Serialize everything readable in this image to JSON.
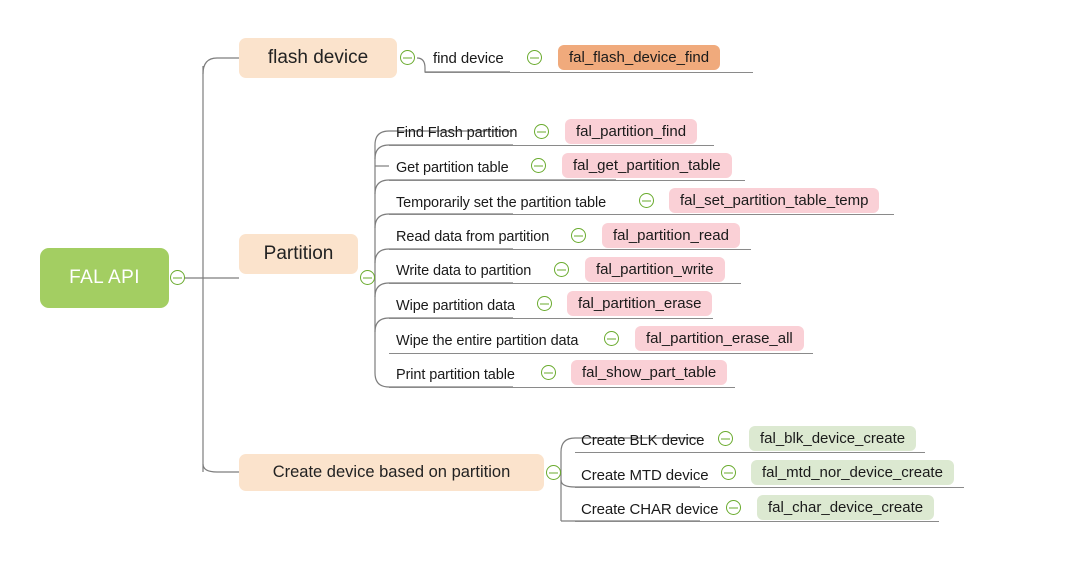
{
  "diagram": {
    "type": "mindmap",
    "title": "FAL API",
    "background": "#ffffff",
    "colors": {
      "root": "#a3ce62",
      "root_text": "#ffffff",
      "branch": "#fbe3cc",
      "chip_orange": "#f0aa7c",
      "chip_pink": "#fad0d6",
      "chip_green": "#dce9d1",
      "connector": "#7d7d7d",
      "toggle": "#6aab2e",
      "underline": "#8a8a8a"
    }
  },
  "root": {
    "label": "FAL API",
    "toggle_icon": "collapse-minus-icon"
  },
  "branches": [
    {
      "id": "flash-device",
      "label": "flash device",
      "toggle_icon": "collapse-minus-icon",
      "leaves": [
        {
          "label": "find device",
          "api": "fal_flash_device_find",
          "api_color": "orange",
          "toggle_icon": "collapse-minus-icon"
        }
      ]
    },
    {
      "id": "partition",
      "label": "Partition",
      "toggle_icon": "collapse-minus-icon",
      "leaves": [
        {
          "label": "Find Flash partition",
          "api": "fal_partition_find",
          "api_color": "pink",
          "toggle_icon": "collapse-minus-icon"
        },
        {
          "label": "Get partition table",
          "api": "fal_get_partition_table",
          "api_color": "pink",
          "toggle_icon": "collapse-minus-icon"
        },
        {
          "label": "Temporarily set the partition table",
          "api": "fal_set_partition_table_temp",
          "api_color": "pink",
          "toggle_icon": "collapse-minus-icon"
        },
        {
          "label": "Read data from partition",
          "api": "fal_partition_read",
          "api_color": "pink",
          "toggle_icon": "collapse-minus-icon"
        },
        {
          "label": "Write data to partition",
          "api": "fal_partition_write",
          "api_color": "pink",
          "toggle_icon": "collapse-minus-icon"
        },
        {
          "label": "Wipe partition data",
          "api": "fal_partition_erase",
          "api_color": "pink",
          "toggle_icon": "collapse-minus-icon"
        },
        {
          "label": "Wipe the entire partition data",
          "api": "fal_partition_erase_all",
          "api_color": "pink",
          "toggle_icon": "collapse-minus-icon"
        },
        {
          "label": "Print partition table",
          "api": "fal_show_part_table",
          "api_color": "pink",
          "toggle_icon": "collapse-minus-icon"
        }
      ]
    },
    {
      "id": "create-device",
      "label": "Create device based on partition",
      "toggle_icon": "collapse-minus-icon",
      "leaves": [
        {
          "label": "Create BLK device",
          "api": "fal_blk_device_create",
          "api_color": "green",
          "toggle_icon": "collapse-minus-icon"
        },
        {
          "label": "Create MTD device",
          "api": "fal_mtd_nor_device_create",
          "api_color": "green",
          "toggle_icon": "collapse-minus-icon"
        },
        {
          "label": "Create CHAR device",
          "api": "fal_char_device_create",
          "api_color": "green",
          "toggle_icon": "collapse-minus-icon"
        }
      ]
    }
  ]
}
